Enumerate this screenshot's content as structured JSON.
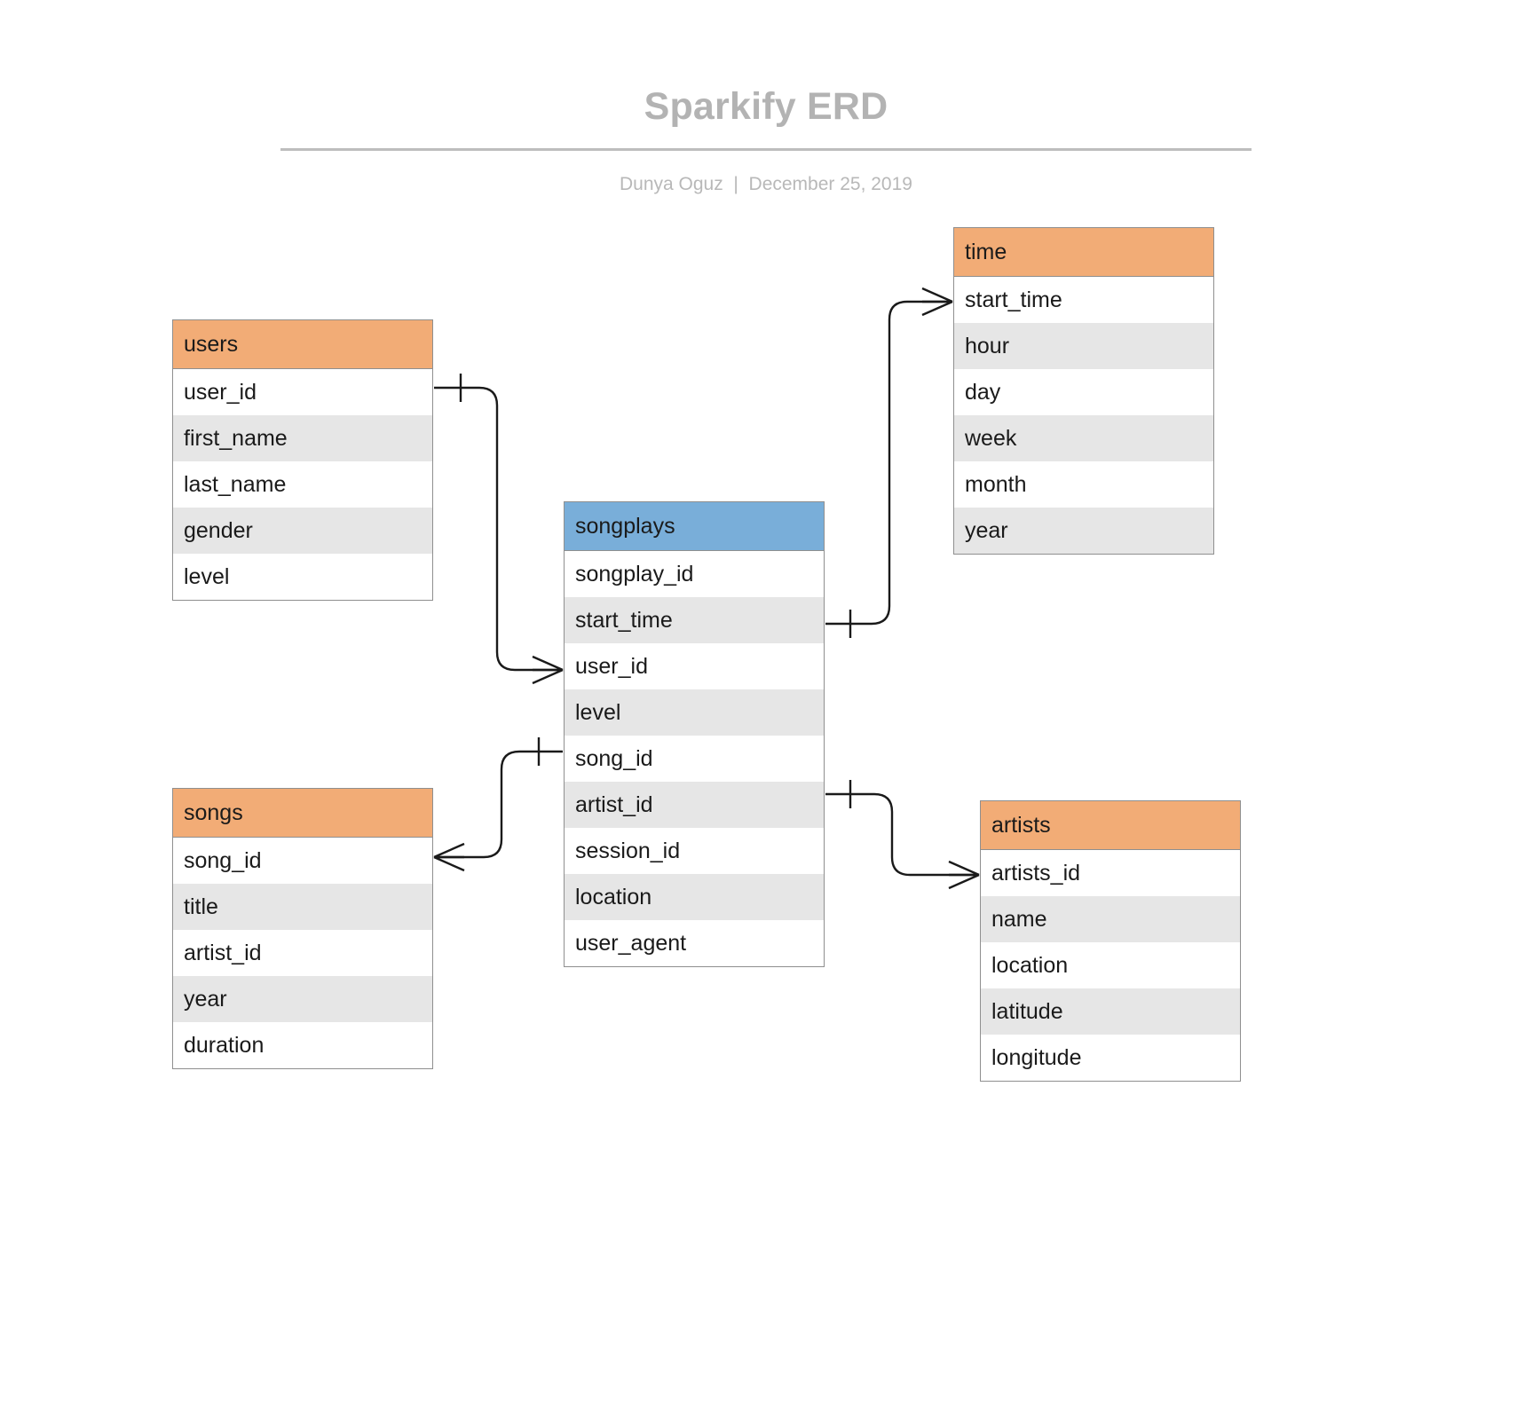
{
  "header": {
    "title": "Sparkify ERD",
    "author": "Dunya Oguz",
    "separator": "  |  ",
    "date": "December 25, 2019",
    "byline": "Dunya Oguz  |  December 25, 2019"
  },
  "colors": {
    "dimension_header": "#f2ac76",
    "fact_header": "#79aed9",
    "row_alt": "#e6e6e6",
    "row_base": "#ffffff",
    "border": "#8f8f8f",
    "title_text": "#b3b3b3",
    "connector": "#1a1a1a"
  },
  "diagram": {
    "type": "entity-relationship-diagram",
    "notation": "crow's foot",
    "entities": [
      {
        "id": "users",
        "name": "users",
        "kind": "dimension",
        "header_color": "#f2ac76",
        "attributes": [
          "user_id",
          "first_name",
          "last_name",
          "gender",
          "level"
        ]
      },
      {
        "id": "songs",
        "name": "songs",
        "kind": "dimension",
        "header_color": "#f2ac76",
        "attributes": [
          "song_id",
          "title",
          "artist_id",
          "year",
          "duration"
        ]
      },
      {
        "id": "songplays",
        "name": "songplays",
        "kind": "fact",
        "header_color": "#79aed9",
        "attributes": [
          "songplay_id",
          "start_time",
          "user_id",
          "level",
          "song_id",
          "artist_id",
          "session_id",
          "location",
          "user_agent"
        ]
      },
      {
        "id": "time",
        "name": "time",
        "kind": "dimension",
        "header_color": "#f2ac76",
        "attributes": [
          "start_time",
          "hour",
          "day",
          "week",
          "month",
          "year"
        ]
      },
      {
        "id": "artists",
        "name": "artists",
        "kind": "dimension",
        "header_color": "#f2ac76",
        "attributes": [
          "artists_id",
          "name",
          "location",
          "latitude",
          "longitude"
        ]
      }
    ],
    "relationships": [
      {
        "id": "users-songplays",
        "from": "users",
        "from_attribute": "user_id",
        "to": "songplays",
        "to_attribute": "user_id",
        "from_cardinality": "one",
        "to_cardinality": "many"
      },
      {
        "id": "songs-songplays",
        "from": "songs",
        "from_attribute": "song_id",
        "to": "songplays",
        "to_attribute": "song_id",
        "from_cardinality": "many",
        "to_cardinality": "one"
      },
      {
        "id": "songplays-time",
        "from": "songplays",
        "from_attribute": "start_time",
        "to": "time",
        "to_attribute": "start_time",
        "from_cardinality": "one",
        "to_cardinality": "many"
      },
      {
        "id": "songplays-artists",
        "from": "songplays",
        "from_attribute": "artist_id",
        "to": "artists",
        "to_attribute": "artists_id",
        "from_cardinality": "one",
        "to_cardinality": "many"
      }
    ]
  }
}
